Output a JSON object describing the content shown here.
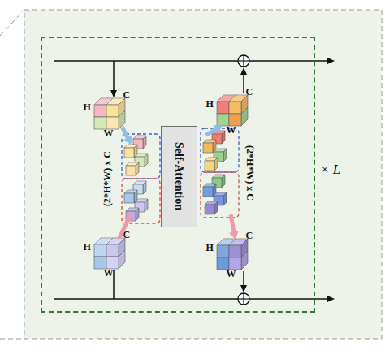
{
  "diagram": {
    "nodes": [
      {
        "text": [
          "× L"
        ]
      },
      {
        "text": [
          "H",
          "C",
          "W"
        ],
        "in": 0
      },
      {
        "text": [
          "(2*H*W) x C"
        ],
        "in": 0
      },
      {
        "text": [
          "H",
          "C",
          "W"
        ],
        "in": 0
      },
      {
        "text": [
          "Self-Attention"
        ],
        "in": 0
      },
      {
        "text": [
          "(2*H*W) x C"
        ],
        "in": 0
      },
      {
        "text": [
          "H",
          "C",
          "W"
        ],
        "in": 0
      },
      {
        "text": [
          "H",
          "C",
          "W"
        ],
        "in": 0
      }
    ],
    "edges": [
      {
        "from": 1,
        "to": 2,
        "arrow": "to"
      },
      {
        "from": 3,
        "to": 2,
        "arrow": "to"
      },
      {
        "from": 5,
        "to": 6,
        "arrow": "to"
      },
      {
        "from": 5,
        "to": 7,
        "arrow": "to"
      }
    ]
  }
}
